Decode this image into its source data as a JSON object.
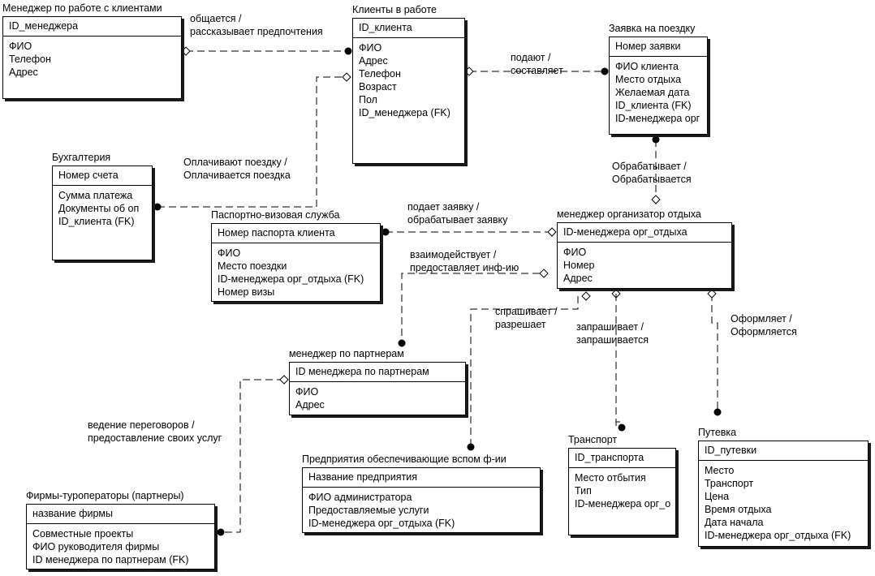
{
  "entities": {
    "manager_clients": {
      "title": "Менеджер по работе с клиентами",
      "key": "ID_менеджера",
      "attrs": [
        "ФИО",
        "Телефон",
        "Адрес"
      ]
    },
    "clients": {
      "title": "Клиенты в работе",
      "key": "ID_клиента",
      "attrs": [
        "ФИО",
        "Адрес",
        "Телефон",
        "Возраст",
        "Пол",
        "ID_менеджера (FK)"
      ]
    },
    "trip_request": {
      "title": "Заявка на поездку",
      "key": "Номер заявки",
      "attrs": [
        "ФИО клиента",
        "Место отдыха",
        "Желаемая дата",
        "ID_клиента (FK)",
        "ID-менеджера орг"
      ]
    },
    "accounting": {
      "title": "Бухгалтерия",
      "key": "Номер счета",
      "attrs": [
        "Сумма платежа",
        "Документы об оп",
        "ID_клиента (FK)"
      ]
    },
    "passport_service": {
      "title": "Паспортно-визовая служба",
      "key": "Номер паспорта клиента",
      "attrs": [
        "ФИО",
        "Место поездки",
        "ID-менеджера орг_отдыха (FK)",
        "Номер визы"
      ]
    },
    "manager_org": {
      "title": "менеджер организатор отдыха",
      "key": "ID-менеджера орг_отдыха",
      "attrs": [
        "ФИО",
        "Номер",
        "Адрес"
      ]
    },
    "manager_partners": {
      "title": "менеджер по партнерам",
      "key": "ID менеджера по партнерам",
      "attrs": [
        "ФИО",
        "Адрес"
      ]
    },
    "support_enterprises": {
      "title": "Предприятия обеспечивающие вспом ф-ии",
      "key": "Название предприятия",
      "attrs": [
        "ФИО администратора",
        "Предоставляемые услуги",
        "ID-менеджера орг_отдыха (FK)"
      ]
    },
    "transport": {
      "title": "Транспорт",
      "key": "ID_транспорта",
      "attrs": [
        "Место отбытия",
        "Тип",
        "ID-менеджера орг_о"
      ]
    },
    "voucher": {
      "title": "Путевка",
      "key": "ID_путевки",
      "attrs": [
        "Место",
        "Транспорт",
        "Цена",
        "Время отдыха",
        "Дата начала",
        "ID-менеджера орг_отдыха (FK)"
      ]
    },
    "tour_operators": {
      "title": "Фирмы-туроператоры (партнеры)",
      "key": "название фирмы",
      "attrs": [
        "Совместные проекты",
        "ФИО руководителя фирмы",
        "ID менеджера по партнерам (FK)"
      ]
    }
  },
  "relationships": {
    "r1": [
      "общается /",
      "рассказывает предпочтения"
    ],
    "r2": [
      "подают /",
      "составляет"
    ],
    "r3": [
      "Оплачивают поездку /",
      "Оплачивается поездка"
    ],
    "r4": [
      "Обрабатывает /",
      "Обрабатывается"
    ],
    "r5": [
      "подает заявку /",
      "обрабатывает заявку"
    ],
    "r6": [
      "взаимодействует /",
      "предоставляет инф-ию"
    ],
    "r7": [
      "спрашивает /",
      "разрешает"
    ],
    "r8": [
      "запрашивает /",
      "запрашивается"
    ],
    "r9": [
      "Оформляет /",
      "Оформляется"
    ],
    "r10": [
      "ведение переговоров /",
      "предоставление своих услуг"
    ]
  }
}
